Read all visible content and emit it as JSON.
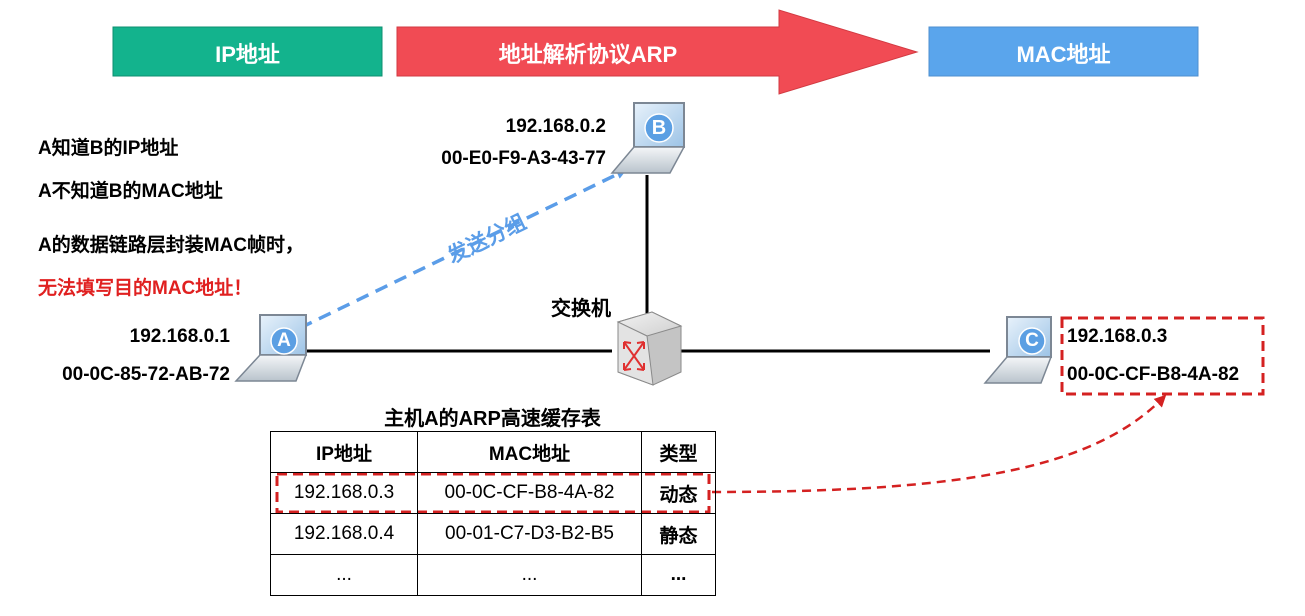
{
  "banners": {
    "ip": "IP地址",
    "arp": "地址解析协议ARP",
    "mac": "MAC地址"
  },
  "colors": {
    "ip_banner": "#13b38d",
    "arp_arrow": "#f14b54",
    "mac_banner": "#5aa5ec",
    "dashed_blue": "#5b9de8",
    "dashed_red": "#d42121",
    "warning_text": "#e02020"
  },
  "notes": [
    "A知道B的IP地址",
    "A不知道B的MAC地址",
    "A的数据链路层封装MAC帧时，",
    "无法填写目的MAC地址！"
  ],
  "hosts": {
    "A": {
      "letter": "A",
      "ip": "192.168.0.1",
      "mac": "00-0C-85-72-AB-72"
    },
    "B": {
      "letter": "B",
      "ip": "192.168.0.2",
      "mac": "00-E0-F9-A3-43-77"
    },
    "C": {
      "letter": "C",
      "ip": "192.168.0.3",
      "mac": "00-0C-CF-B8-4A-82"
    }
  },
  "switch_label": "交换机",
  "send_label": "发送分组",
  "arp_table": {
    "title": "主机A的ARP高速缓存表",
    "headers": [
      "IP地址",
      "MAC地址",
      "类型"
    ],
    "rows": [
      [
        "192.168.0.3",
        "00-0C-CF-B8-4A-82",
        "动态"
      ],
      [
        "192.168.0.4",
        "00-01-C7-D3-B2-B5",
        "静态"
      ],
      [
        "...",
        "...",
        "..."
      ]
    ]
  },
  "icons": {
    "hosts": "laptop-icon",
    "switch": "switch-icon"
  }
}
